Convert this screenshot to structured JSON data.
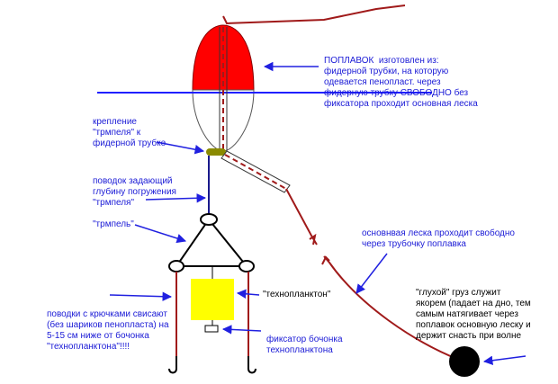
{
  "labels": {
    "float": "ПОПЛАВОК  изготовлен из:\nфидерной трубки, на которую\nодевается пенопласт. через\nфидерную трубку СВОБОДНО без\nфиксатора проходит основная леска",
    "mount": "крепление\n\"трмпеля\" к\nфидерной трубке",
    "leash": "поводок задающий\nглубину погружения\n\"трмпеля\"",
    "tremple": "\"трмпель\"",
    "main_line": "основнвая леска проходит свободно\nчерез трубочку поплавка",
    "technoplankton": "\"технопланктон\"",
    "hooks": "поводки с крючками свисают\n(без шариков пенопласта) на\n5-15 см ниже от бочонка\n\"технопланктона\"!!!!",
    "fixator": "фиксатор бочонка\nтехнопланктона",
    "weight": "\"глухой\" груз служит\nякорем (падает на дно, тем\nсамым натягивает через\nпоплавок основную леску и\nдержит снасть при волне"
  },
  "colors": {
    "float_top": "#ff0000",
    "water_line": "#2020ff",
    "rig_line": "#1a1a8c",
    "main_line": "#a01a1a",
    "barrel": "#ffff00",
    "mount": "#8a8a00",
    "arrow": "#2020e0",
    "weight": "#000000"
  }
}
